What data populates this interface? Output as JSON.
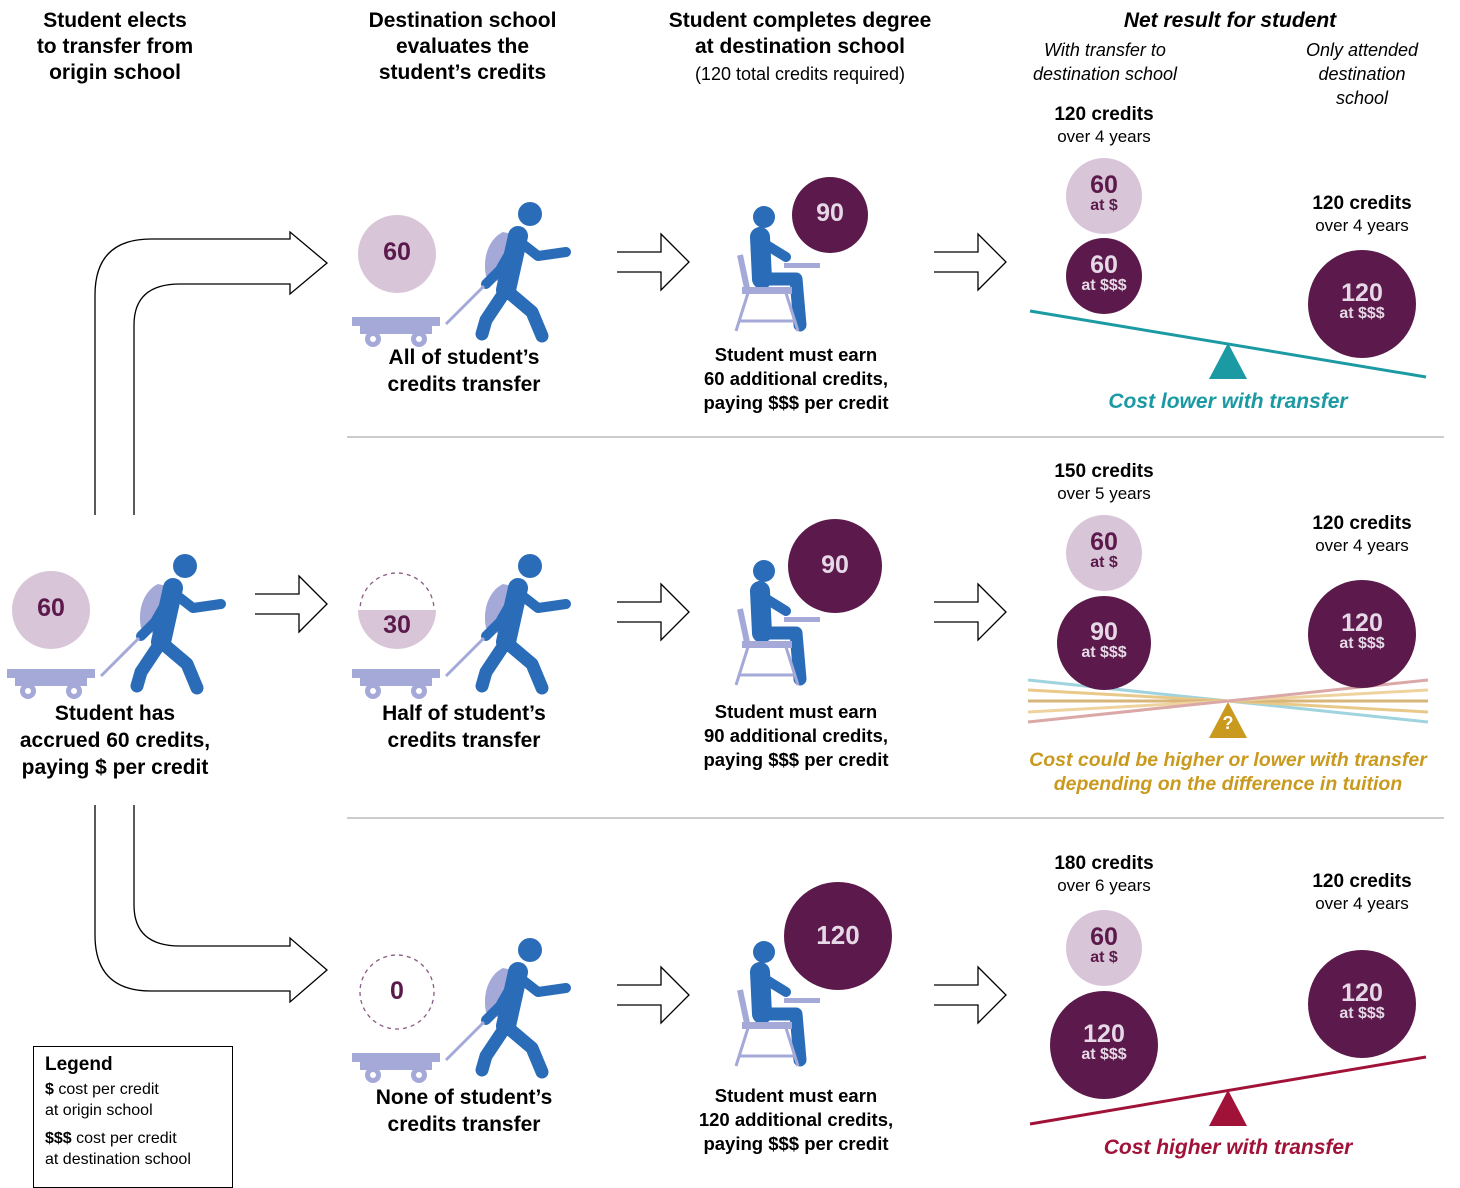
{
  "colors": {
    "blue": "#2b6cb8",
    "lav": "#a4a9d8",
    "pink": "#d8c6d8",
    "plum": "#5b1a4b",
    "teal": "#1b9aa4",
    "gold": "#c99a1e",
    "crimson": "#a11238"
  },
  "headers": {
    "col1": [
      "Student elects",
      "to transfer from",
      "origin school"
    ],
    "col2": [
      "Destination school",
      "evaluates the",
      "student’s credits"
    ],
    "col3": [
      "Student completes degree",
      "at destination school"
    ],
    "col3_sub": "(120 total credits required)",
    "col4": "Net result for student",
    "col4_left": [
      "With transfer to",
      "destination school"
    ],
    "col4_right": [
      "Only attended",
      "destination",
      "school"
    ]
  },
  "origin": {
    "credits": "60",
    "caption": [
      "Student has",
      "accrued 60 credits,",
      "paying $ per credit"
    ]
  },
  "rows": [
    {
      "transfer_value": "60",
      "transfer_fill": 1.0,
      "transfer_caption": [
        "All of student’s",
        "credits transfer"
      ],
      "earn_value": "90",
      "earn_caption": [
        "Student must earn",
        "60 additional credits,",
        "paying $$$ per credit"
      ],
      "left_total": "120 credits",
      "left_years": "over 4 years",
      "left_top": {
        "n": "60",
        "at": "at $"
      },
      "left_bottom": {
        "n": "60",
        "at": "at $$$"
      },
      "right_total": "120 credits",
      "right_years": "over 4 years",
      "right_ball": {
        "n": "120",
        "at": "at $$$"
      },
      "result": [
        "Cost lower with transfer"
      ]
    },
    {
      "transfer_value": "30",
      "transfer_fill": 0.5,
      "transfer_caption": [
        "Half of student’s",
        "credits transfer"
      ],
      "earn_value": "90",
      "earn_caption": [
        "Student must earn",
        "90 additional credits,",
        "paying $$$ per credit"
      ],
      "left_total": "150 credits",
      "left_years": "over 5 years",
      "left_top": {
        "n": "60",
        "at": "at $"
      },
      "left_bottom": {
        "n": "90",
        "at": "at $$$"
      },
      "right_total": "120 credits",
      "right_years": "over 4 years",
      "right_ball": {
        "n": "120",
        "at": "at $$$"
      },
      "result": [
        "Cost could be higher or lower with transfer",
        "depending on the difference in tuition"
      ],
      "question": "?"
    },
    {
      "transfer_value": "0",
      "transfer_fill": 0.0,
      "transfer_caption": [
        "None of student’s",
        "credits transfer"
      ],
      "earn_value": "120",
      "earn_caption": [
        "Student must earn",
        "120 additional credits,",
        "paying $$$ per credit"
      ],
      "left_total": "180 credits",
      "left_years": "over 6 years",
      "left_top": {
        "n": "60",
        "at": "at $"
      },
      "left_bottom": {
        "n": "120",
        "at": "at $$$"
      },
      "right_total": "120 credits",
      "right_years": "over 4 years",
      "right_ball": {
        "n": "120",
        "at": "at $$$"
      },
      "result": [
        "Cost higher with transfer"
      ]
    }
  ],
  "legend": {
    "title": "Legend",
    "item1_sym": "$",
    "item1_text": "cost per credit",
    "item1_text2": "at origin school",
    "item2_sym": "$$$",
    "item2_text": "cost per credit",
    "item2_text2": "at destination school"
  }
}
